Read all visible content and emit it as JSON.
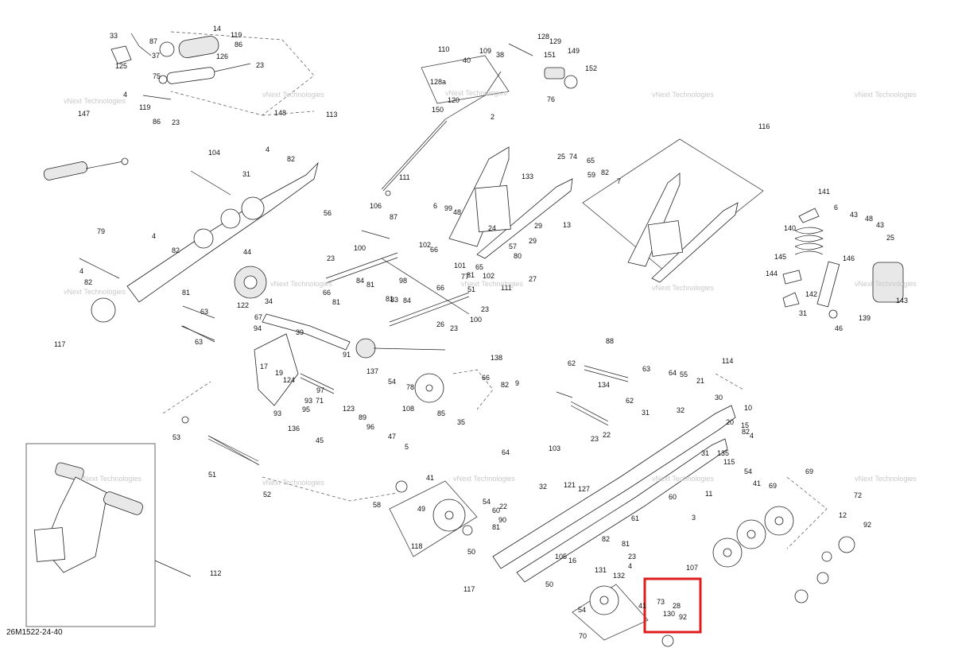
{
  "diagram_code": "26M1522-24-40",
  "watermark": "vNext Technologies",
  "highlight_color": "#e01b1b",
  "highlighted_callouts": [
    "73",
    "28",
    "130",
    "92"
  ],
  "callouts": [
    "33",
    "87",
    "14",
    "119",
    "86",
    "125",
    "37",
    "126",
    "75",
    "23",
    "4",
    "119",
    "86",
    "23",
    "148",
    "110",
    "128",
    "129",
    "109",
    "38",
    "151",
    "149",
    "40",
    "128a",
    "152",
    "120",
    "76",
    "150",
    "2",
    "147",
    "113",
    "104",
    "4",
    "82",
    "31",
    "56",
    "106",
    "111",
    "87",
    "116",
    "25",
    "74",
    "65",
    "133",
    "59",
    "82",
    "7",
    "6",
    "99",
    "48",
    "13",
    "24",
    "29",
    "29",
    "141",
    "6",
    "43",
    "48",
    "43",
    "25",
    "140",
    "145",
    "146",
    "144",
    "142",
    "31",
    "46",
    "139",
    "143",
    "79",
    "4",
    "82",
    "4",
    "82",
    "44",
    "23",
    "100",
    "102",
    "66",
    "101",
    "65",
    "81",
    "102",
    "51",
    "111",
    "57",
    "80",
    "77",
    "27",
    "84",
    "81",
    "83",
    "66",
    "98",
    "81",
    "84",
    "66",
    "81",
    "23",
    "100",
    "26",
    "23",
    "117",
    "81",
    "63",
    "63",
    "122",
    "67",
    "34",
    "94",
    "39",
    "91",
    "137",
    "17",
    "19",
    "124",
    "97",
    "93",
    "71",
    "93",
    "95",
    "123",
    "89",
    "96",
    "47",
    "136",
    "45",
    "53",
    "138",
    "54",
    "78",
    "66",
    "82",
    "9",
    "85",
    "35",
    "108",
    "5",
    "51",
    "52",
    "88",
    "62",
    "63",
    "64",
    "55",
    "21",
    "114",
    "30",
    "134",
    "62",
    "31",
    "32",
    "10",
    "20",
    "15",
    "82",
    "4",
    "22",
    "23",
    "135",
    "31",
    "115",
    "54",
    "41",
    "69",
    "11",
    "64",
    "103",
    "90",
    "60",
    "81",
    "32",
    "121",
    "127",
    "58",
    "41",
    "49",
    "118",
    "54",
    "22",
    "50",
    "61",
    "3",
    "72",
    "12",
    "92",
    "82",
    "81",
    "105",
    "16",
    "23",
    "107",
    "4",
    "131",
    "132",
    "50",
    "117",
    "54",
    "41",
    "70",
    "73",
    "28",
    "130",
    "92",
    "112",
    "60",
    "69"
  ]
}
